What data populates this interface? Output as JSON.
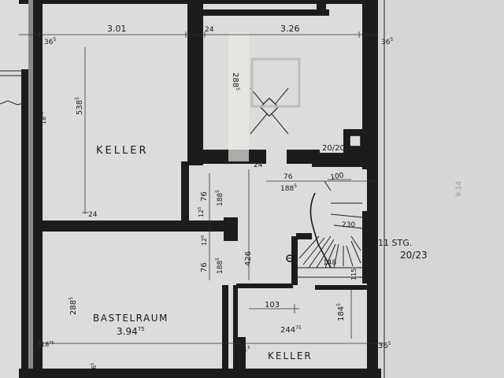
{
  "rooms": {
    "keller_top": "KELLER",
    "bastelraum": "BASTELRAUM",
    "bastelraum_area": "3.94",
    "bastelraum_area_sup": "75",
    "keller_bottom": "KELLER"
  },
  "stairs": {
    "steps": "11 STG.",
    "ratio": "20/23",
    "len_a": "100",
    "len_b": "230",
    "len_c": "148",
    "side": "115"
  },
  "chimney": {
    "label": "20/20"
  },
  "dims": {
    "top_left_width": "3.01",
    "top_right_width": "3.26",
    "wall_36_left": "36",
    "wall_36_left_sup": "5",
    "wall_36_right": "36",
    "wall_36_right_sup": "5",
    "wall_24_top": "24",
    "keller_height": "538",
    "keller_height_sup": "5",
    "left_188": "18",
    "left_188_sup": "75",
    "room_288_upper": "288",
    "room_288_upper_sup": "5",
    "wall_24_mid": "24",
    "wall_24_door": "24",
    "door_76_a": "76",
    "door_1885_a": "188",
    "door_1885_a_sup": "5",
    "wall_125_a": "12",
    "wall_125_a_sup": "5",
    "wall_125_b": "12",
    "wall_125_b_sup": "5",
    "hall_426": "426",
    "door_76_b": "76",
    "door_1885_b": "188",
    "door_1885_b_sup": "5",
    "hall_76": "76",
    "hall_1885": "188",
    "hall_1885_sup": "5",
    "room_288_lower": "288",
    "room_288_lower_sup": "5",
    "left_1875_low": "18",
    "left_1875_low_sup": "75",
    "wall_365_low": "36",
    "wall_365_low_sup": "5",
    "door_115": "11",
    "door_115_sup": "5",
    "dim_103": "103",
    "dim_244": "244",
    "dim_244_sup": "75",
    "dim_1845": "184",
    "dim_1845_sup": "5",
    "wall_365_br": "36",
    "wall_365_br_sup": "5",
    "side_note": "9.14"
  }
}
